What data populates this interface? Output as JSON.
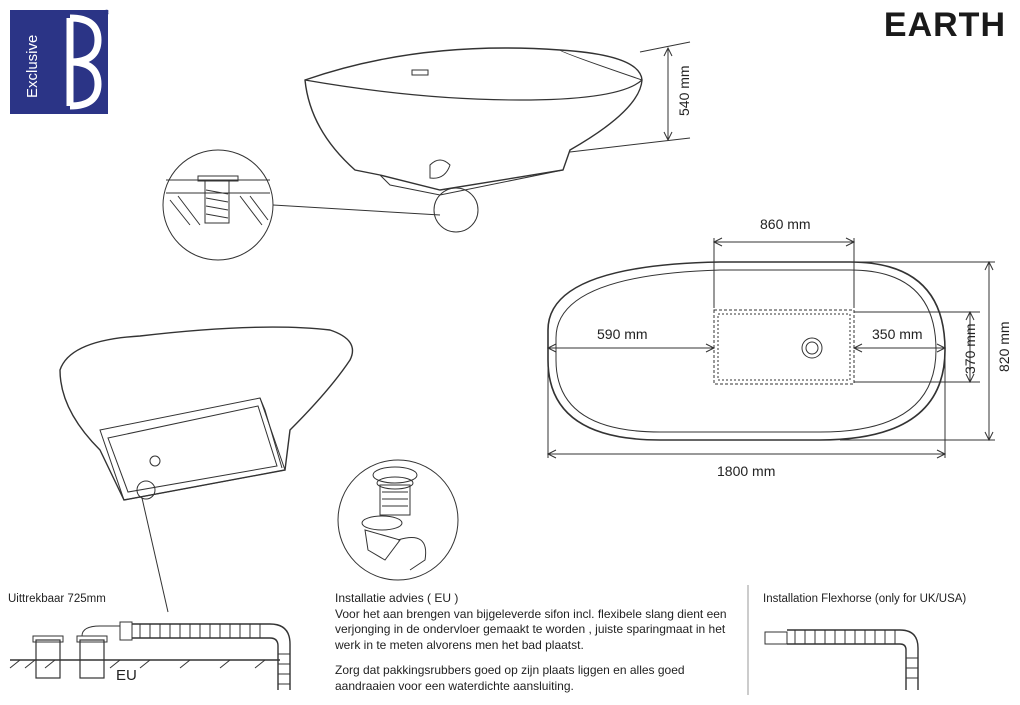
{
  "brand": {
    "logo_text": "Exclusive",
    "logo_mark": "bd"
  },
  "title": "EARTH",
  "dimensions": {
    "height": "540 mm",
    "drain_width": "860 mm",
    "left_offset": "590 mm",
    "right_offset": "350 mm",
    "drain_depth": "370 mm",
    "total_width": "820 mm",
    "total_length": "1800 mm"
  },
  "captions": {
    "pullout": "Uittrekbaar 725mm",
    "eu_label": "EU",
    "install_title": "Installatie advies ( EU )",
    "install_lines": [
      "Voor het aan brengen van bijgeleverde sifon incl. flexibele slang dient een",
      "verjonging in de ondervloer gemaakt te worden , juiste sparingmaat in het",
      "werk in te meten alvorens men het bad plaatst."
    ],
    "seal_lines": [
      "Zorg dat pakkingsrubbers goed op zijn plaats liggen en alles goed",
      "aandraaien voor een waterdichte aansluiting."
    ],
    "flex_title": "Installation Flexhorse  (only for UK/USA)"
  },
  "colors": {
    "brand_blue": "#2b3486",
    "line": "#333333"
  }
}
